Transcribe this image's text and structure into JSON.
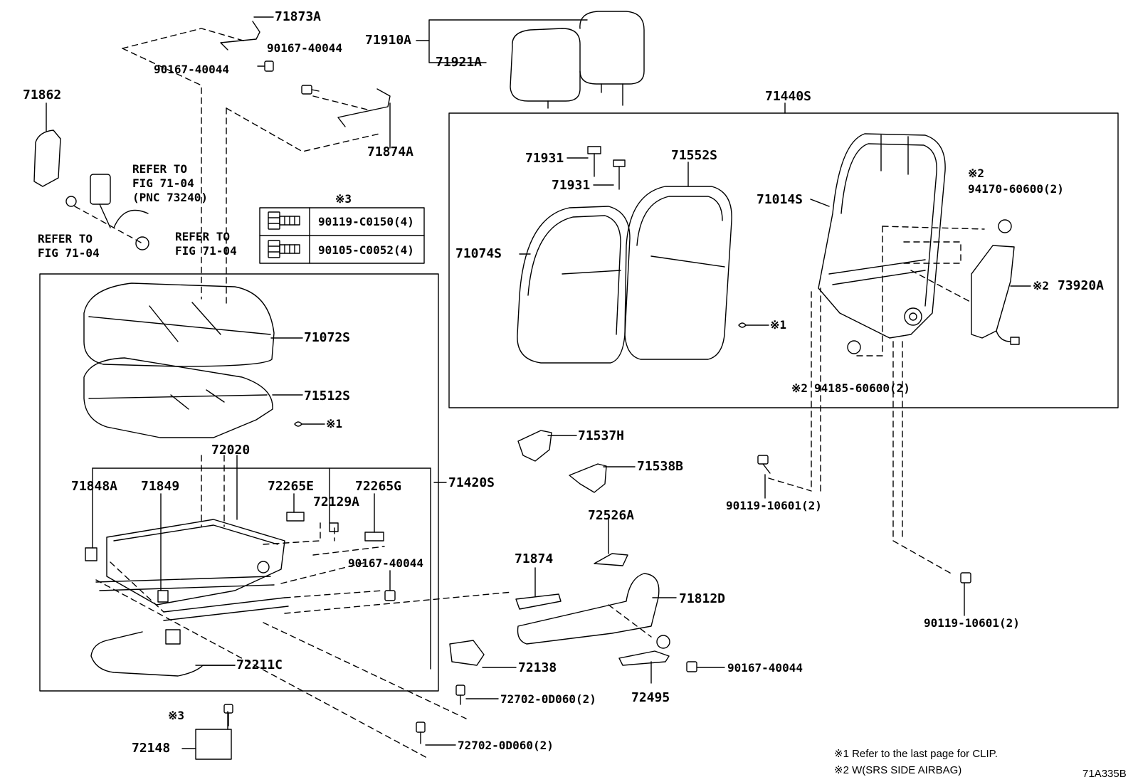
{
  "parts": {
    "p71873A": "71873A",
    "p90167_40044_a": "90167-40044",
    "p90167_40044_b": "90167-40044",
    "p71910A": "71910A",
    "p71921A": "71921A",
    "p71862": "71862",
    "p71874A": "71874A",
    "p71440S": "71440S",
    "p71931_a": "71931",
    "p71931_b": "71931",
    "p71552S": "71552S",
    "p71014S": "71014S",
    "p94170": "94170-60600(2)",
    "p71074S": "71074S",
    "p73920A": "73920A",
    "p94185": "94185-60600(2)",
    "p71072S": "71072S",
    "p71512S": "71512S",
    "p72020": "72020",
    "p71848A": "71848A",
    "p71849": "71849",
    "p72265E": "72265E",
    "p72129A": "72129A",
    "p72265G": "72265G",
    "p71420S": "71420S",
    "p71537H": "71537H",
    "p71538B": "71538B",
    "p90119_10601_a": "90119-10601(2)",
    "p72526A": "72526A",
    "p71874": "71874",
    "p90167_40044_c": "90167-40044",
    "p71812D": "71812D",
    "p90119_10601_b": "90119-10601(2)",
    "p72211C": "72211C",
    "p72138": "72138",
    "p90167_40044_d": "90167-40044",
    "p72495": "72495",
    "p72702_a": "72702-0D060(2)",
    "p72702_b": "72702-0D060(2)",
    "p72148": "72148"
  },
  "refs": {
    "refer_a_1": "REFER TO",
    "refer_a_2": "FIG 71-04",
    "refer_a_3": "(PNC 73240)",
    "refer_b_1": "REFER TO",
    "refer_b_2": "FIG 71-04",
    "refer_c_1": "REFER TO",
    "refer_c_2": "FIG 71-04"
  },
  "marks": {
    "m_x1_back": "※1",
    "m_x1_cushion": "※1",
    "m_x2_top": "※2",
    "m_x2_side": "※2",
    "m_x2_bottom": "※2",
    "m_x3_table": "※3",
    "m_x3_bolt": "※3"
  },
  "bolt_table": {
    "row1": "90119-C0150(4)",
    "row2": "90105-C0052(4)"
  },
  "notes": {
    "note1": "※1 Refer to the last page for CLIP.",
    "note2": "※2 W(SRS SIDE AIRBAG)"
  },
  "diagram_code": "71A335B"
}
